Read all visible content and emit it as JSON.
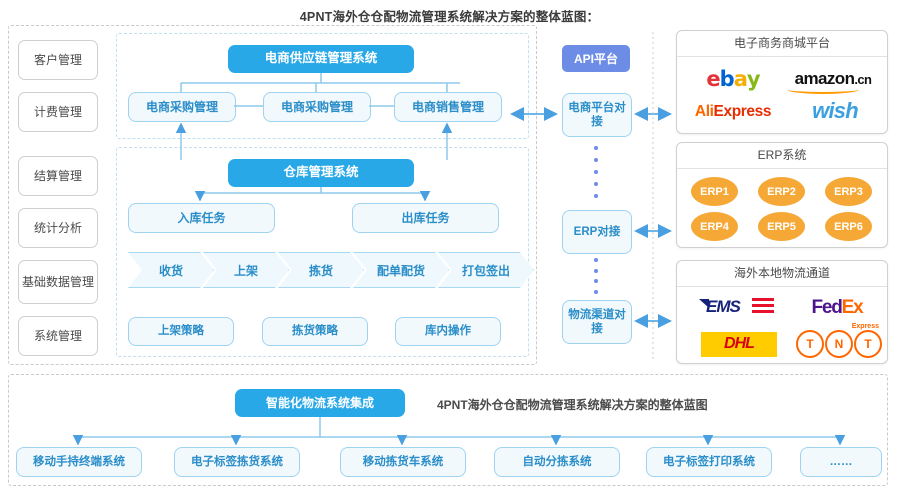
{
  "title": "4PNT海外仓仓配物流管理系统解决方案的整体蓝图：",
  "sidebar": {
    "items": [
      {
        "label": "客户管理"
      },
      {
        "label": "计费管理"
      },
      {
        "label": "结算管理"
      },
      {
        "label": "统计分析"
      },
      {
        "label": "基础数据管理"
      },
      {
        "label": "系统管理"
      }
    ]
  },
  "supply_chain": {
    "header": "电商供应链管理系统",
    "boxes": [
      {
        "label": "电商采购管理"
      },
      {
        "label": "电商采购管理"
      },
      {
        "label": "电商销售管理"
      }
    ]
  },
  "warehouse": {
    "header": "仓库管理系统",
    "tasks": [
      {
        "label": "入库任务"
      },
      {
        "label": "出库任务"
      }
    ],
    "flow": [
      {
        "label": "收货"
      },
      {
        "label": "上架"
      },
      {
        "label": "拣货"
      },
      {
        "label": "配单配货"
      },
      {
        "label": "打包签出"
      }
    ],
    "strategies": [
      {
        "label": "上架策略"
      },
      {
        "label": "拣货策略"
      },
      {
        "label": "库内操作"
      }
    ]
  },
  "api": {
    "header": "API平台",
    "connectors": [
      {
        "label": "电商平台对接"
      },
      {
        "label": "ERP对接"
      },
      {
        "label": "物流渠道对接"
      }
    ]
  },
  "panels": [
    {
      "title": "电子商务商城平台",
      "logos": [
        "ebay",
        "amazon.cn",
        "AliExpress",
        "wish"
      ]
    },
    {
      "title": "ERP系统",
      "items": [
        "ERP1",
        "ERP2",
        "ERP3",
        "ERP4",
        "ERP5",
        "ERP6"
      ]
    },
    {
      "title": "海外本地物流通道",
      "logos": [
        "EMS",
        "FedEx Express",
        "DHL",
        "TNT"
      ]
    }
  ],
  "bottom": {
    "header": "智能化物流系统集成",
    "note": "4PNT海外仓仓配物流管理系统解决方案的整体蓝图",
    "items": [
      {
        "label": "移动手持终端系统"
      },
      {
        "label": "电子标签拣货系统"
      },
      {
        "label": "移动拣货车系统"
      },
      {
        "label": "自动分拣系统"
      },
      {
        "label": "电子标签打印系统"
      },
      {
        "label": "……"
      }
    ]
  },
  "logo_text": {
    "ebay": [
      "e",
      "b",
      "a",
      "y"
    ],
    "amazon": "amazon",
    "amazon_cn": ".cn",
    "ali_a": "Ali",
    "ali_b": "Express",
    "wish": "wish",
    "ems": "EMS",
    "fedex_fe": "Fed",
    "fedex_ex": "Ex",
    "fedex_sub": "Express",
    "dhl": "DHL",
    "tnt": [
      "T",
      "N",
      "T"
    ]
  },
  "colors": {
    "accent_blue": "#29a8e8",
    "api_blue": "#6d8ce6",
    "erp_orange": "#f5a836",
    "line_blue": "#8ec9ec"
  }
}
